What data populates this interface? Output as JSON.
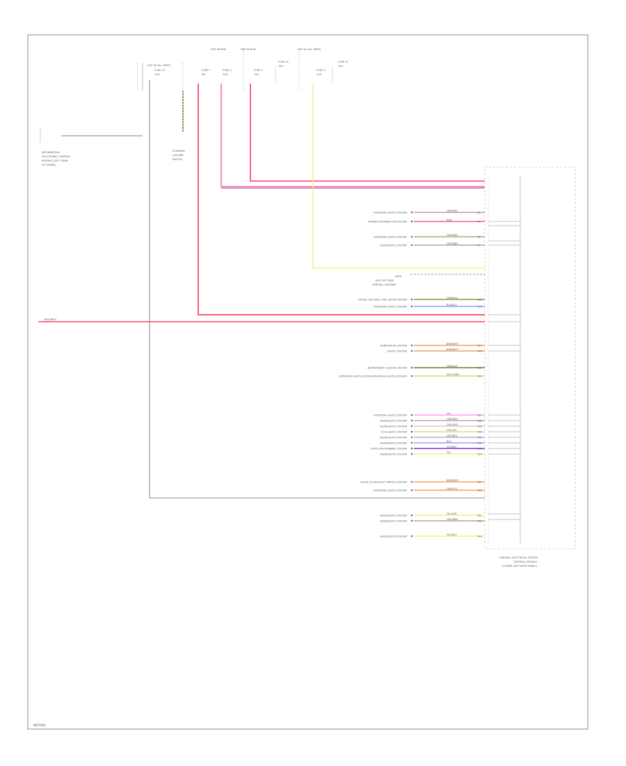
{
  "diagram": {
    "footer_code": "W07045",
    "module_label": [
      "CENTRAL ELECTRICAL SYSTEM",
      "CONTROL MODULE",
      "(LOWER LEFT INSTR PANEL)"
    ],
    "left_module_label": [
      "INFORMATION",
      "ELECTRONIC CONTROL",
      "MODULE (LEFT REAR",
      "OF TRUNK)"
    ],
    "steering_label": [
      "STEERING",
      "COLUMN",
      "SWITCH"
    ],
    "top_fuses": [
      {
        "hot": "HOT AT ALL TIMES",
        "name": "FUSE 14",
        "amp": "10A"
      },
      {
        "hot": "",
        "name": "FUSE 1",
        "amp": "5A"
      },
      {
        "hot": "HOT IN RUN",
        "name": "FUSE 2",
        "amp": "10A"
      },
      {
        "hot": "HOT IN RUN",
        "name": "FUSE 3",
        "amp": "15A"
      },
      {
        "hot": "",
        "name": "FUSE 22",
        "amp": "15A"
      },
      {
        "hot": "HOT AT ALL TIMES",
        "name": "FUSE 5",
        "amp": "10A"
      },
      {
        "hot": "",
        "name": "FUSE 21",
        "amp": "10A"
      }
    ],
    "left_wire": "RED/WHT",
    "right_labels": [
      {
        "text": "EXTERIOR LIGHTS SYSTEM",
        "wire": "GRY/RED",
        "pin": "T3"
      },
      {
        "text": "POWER DISTRIBUTION SYSTEM",
        "wire": "RED",
        "pin": "T4"
      },
      {
        "text": "EXTERIOR LIGHTS SYSTEM",
        "wire": "GRY/BRN",
        "pin": "T6"
      },
      {
        "text": "HEADLIGHTS SYSTEM",
        "wire": "GRY/BRN",
        "pin": "T7"
      },
      {
        "text": "TRUNK, TAILGATE, FUEL DOOR SYSTEM",
        "wire": "GRN/BLU",
        "pin": "T12"
      },
      {
        "text": "EXTERIOR LIGHTS SYSTEM",
        "wire": "BLK/BLU",
        "pin": "T13"
      },
      {
        "text": "HORN RELAY SYSTEM",
        "wire": "BRN/WHT",
        "pin": "T17"
      },
      {
        "text": "LIGHTS SYSTEM",
        "wire": "BRN/WHT",
        "pin": "T18"
      },
      {
        "text": "INSTRUMENT CLUSTER SYSTEM",
        "wire": "GRN/BLK",
        "pin": "T21"
      },
      {
        "text": "EXTERIOR LIGHTS SYSTEM (REVERSE LIGHTS SYSTEM)",
        "wire": "WHT/GRN",
        "pin": "T22"
      },
      {
        "text": "EXTERIOR LIGHTS SYSTEM",
        "wire": "VIO",
        "pin": "T27"
      },
      {
        "text": "HEADLIGHTS SYSTEM",
        "wire": "GRY/RED",
        "pin": "T28"
      },
      {
        "text": "HEADLIGHTS SYSTEM",
        "wire": "GRY/WHT",
        "pin": "T29"
      },
      {
        "text": "FOG LIGHTS SYSTEM",
        "wire": "GRY/YEL",
        "pin": "T30"
      },
      {
        "text": "HEADLIGHTS SYSTEM",
        "wire": "GRY/BLU",
        "pin": "T31"
      },
      {
        "text": "HEADLIGHTS SYSTEM",
        "wire": "BLU",
        "pin": "T32"
      },
      {
        "text": "STOP LIGHTS/BRAKE SYSTEM",
        "wire": "VIO/BLK",
        "pin": "T33"
      },
      {
        "text": "HEADLIGHTS SYSTEM",
        "wire": "YEL",
        "pin": "T34"
      },
      {
        "text": "DOOR LOCKS/LIGHT SWITCH SYSTEM",
        "wire": "BRN/WHT",
        "pin": "T37"
      },
      {
        "text": "EXTERIOR LIGHTS SYSTEM",
        "wire": "ORN/YEL",
        "pin": "T38"
      },
      {
        "text": "HEADLIGHTS SYSTEM",
        "wire": "YEL/GRY",
        "pin": "T41"
      },
      {
        "text": "HEADLIGHTS SYSTEM",
        "wire": "GRY/BRN",
        "pin": "T42"
      },
      {
        "text": "HEADLIGHTS SYSTEM",
        "wire": "YEL/BLU",
        "pin": "T44"
      }
    ],
    "mid_labels": [
      "DATA",
      "BUS LEFT SIDE",
      "CENTRAL GATEWAY"
    ],
    "colors": {
      "red": "#ff3a66",
      "pink": "#ff8aa8",
      "violet": "#8a2be2",
      "yellow": "#f3f07a",
      "gray": "#555555",
      "green": "#8a9a40",
      "blue": "#9a9aff",
      "orange": "#f5a060"
    }
  }
}
